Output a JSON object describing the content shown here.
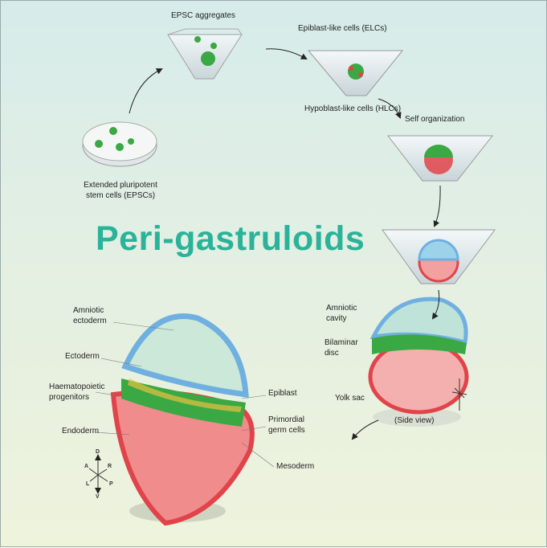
{
  "title": "Peri-gastruloids",
  "steps": {
    "epsc_line1": "Extended pluripotent",
    "epsc_line2": "stem cells (EPSCs)",
    "aggregates": "EPSC aggregates",
    "elcs": "Epiblast-like cells (ELCs)",
    "hlcs": "Hypoblast-like cells (HLCs)",
    "self_org": "Self organization"
  },
  "side": {
    "amniotic1": "Amniotic",
    "amniotic2": "cavity",
    "bilaminar1": "Bilaminar",
    "bilaminar2": "disc",
    "yolk": "Yolk sac",
    "side_view": "(Side view)"
  },
  "detail": {
    "amnio1": "Amniotic",
    "amnio2": "ectoderm",
    "ectoderm": "Ectoderm",
    "haem1": "Haematopoietic",
    "haem2": "progenitors",
    "endoderm": "Endoderm",
    "epiblast": "Epiblast",
    "pgc1": "Primordial",
    "pgc2": "germ cells",
    "mesoderm": "Mesoderm"
  },
  "axes": {
    "d": "D",
    "v": "V",
    "a": "A",
    "p": "P",
    "r": "R",
    "l": "L"
  },
  "colors": {
    "title": "#2bb39a",
    "green": "#3aa843",
    "red": "#e0444a",
    "blue": "#6fb0e0"
  }
}
